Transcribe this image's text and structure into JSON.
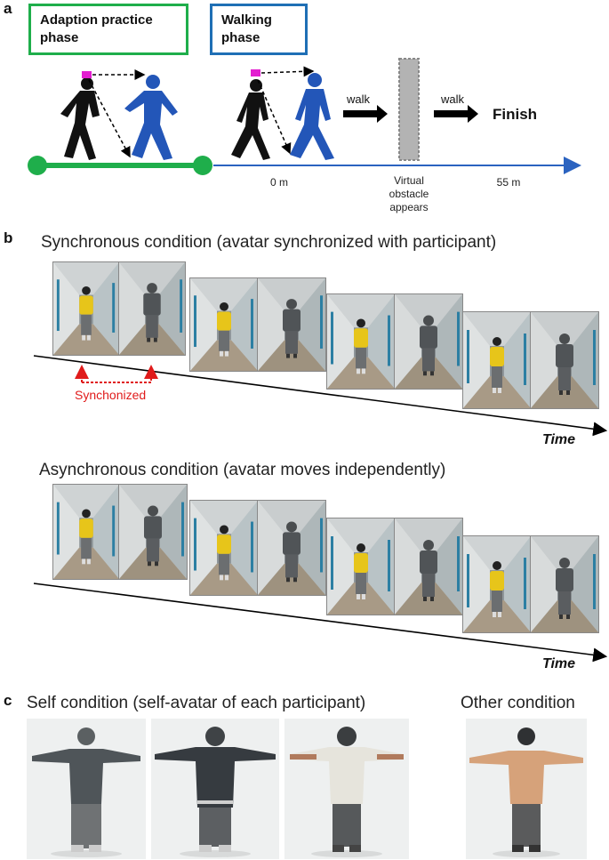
{
  "panel_a": {
    "letter": "a",
    "practice_label": "Adaption practice phase",
    "walking_label": "Walking phase",
    "walk1": "walk",
    "walk2": "walk",
    "finish": "Finish",
    "start_mark": "0 m",
    "obstacle_label": "Virtual obstacle appears",
    "end_mark": "55 m",
    "colors": {
      "practice": "#1fae4b",
      "walking": "#1f6fb5",
      "avatar": "#2356b8",
      "marker": "#e31ed0"
    }
  },
  "panel_b": {
    "letter": "b",
    "sync_title": "Synchronous condition (avatar synchronized with participant)",
    "sync_annotation": "Synchonized",
    "async_title": "Asynchronous condition (avatar moves independently)",
    "time_label_1": "Time",
    "time_label_2": "Time",
    "colors": {
      "annotation": "#e01b1b",
      "shirt": "#e7c51a"
    }
  },
  "panel_c": {
    "letter": "c",
    "self_title": "Self condition (self-avatar of each participant)",
    "other_title": "Other condition"
  }
}
